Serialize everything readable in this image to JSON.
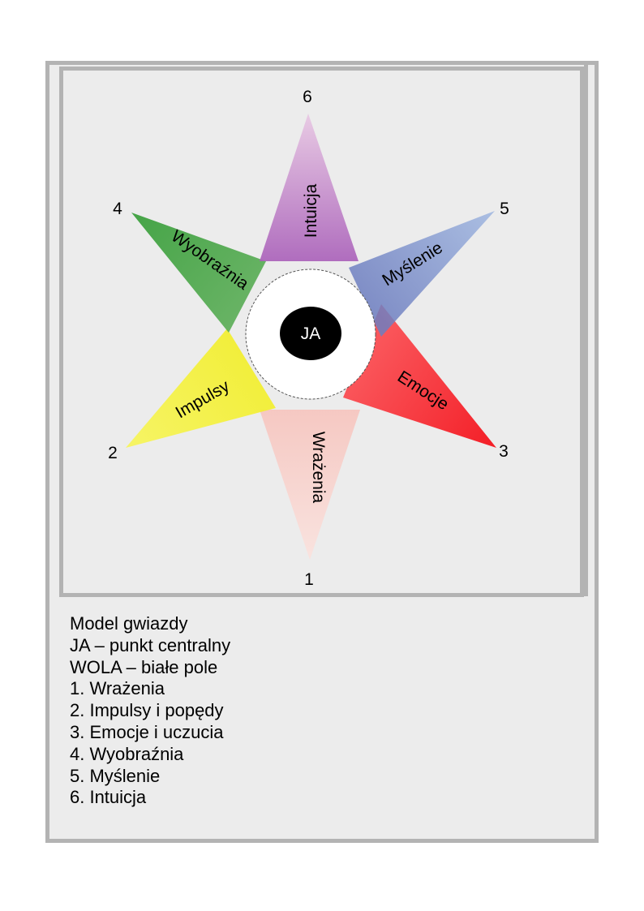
{
  "diagram": {
    "center_label": "JA",
    "center_label_color": "#ffffff",
    "center_fill": "#000000",
    "will_field_fill": "#ffffff",
    "frame_color": "#b3b3b3",
    "background_color": "#ececec",
    "rays": [
      {
        "number": "1",
        "label": "Wrażenia",
        "color": "#f5c6c0"
      },
      {
        "number": "2",
        "label": "Impulsy",
        "color": "#f6f53a"
      },
      {
        "number": "3",
        "label": "Emocje",
        "color": "#f7232a"
      },
      {
        "number": "4",
        "label": "Wyobraźnia",
        "color": "#3fa13c"
      },
      {
        "number": "5",
        "label": "Myślenie",
        "color": "#7b96cc"
      },
      {
        "number": "6",
        "label": "Intuicja",
        "color": "#ba7fc0"
      }
    ]
  },
  "legend": {
    "title": "Model gwiazdy",
    "lines": [
      "JA – punkt centralny",
      "WOLA – białe pole",
      "1. Wrażenia",
      "2. Impulsy i popędy",
      "3. Emocje i uczucia",
      "4. Wyobraźnia",
      "5. Myślenie",
      "6. Intuicja"
    ]
  }
}
